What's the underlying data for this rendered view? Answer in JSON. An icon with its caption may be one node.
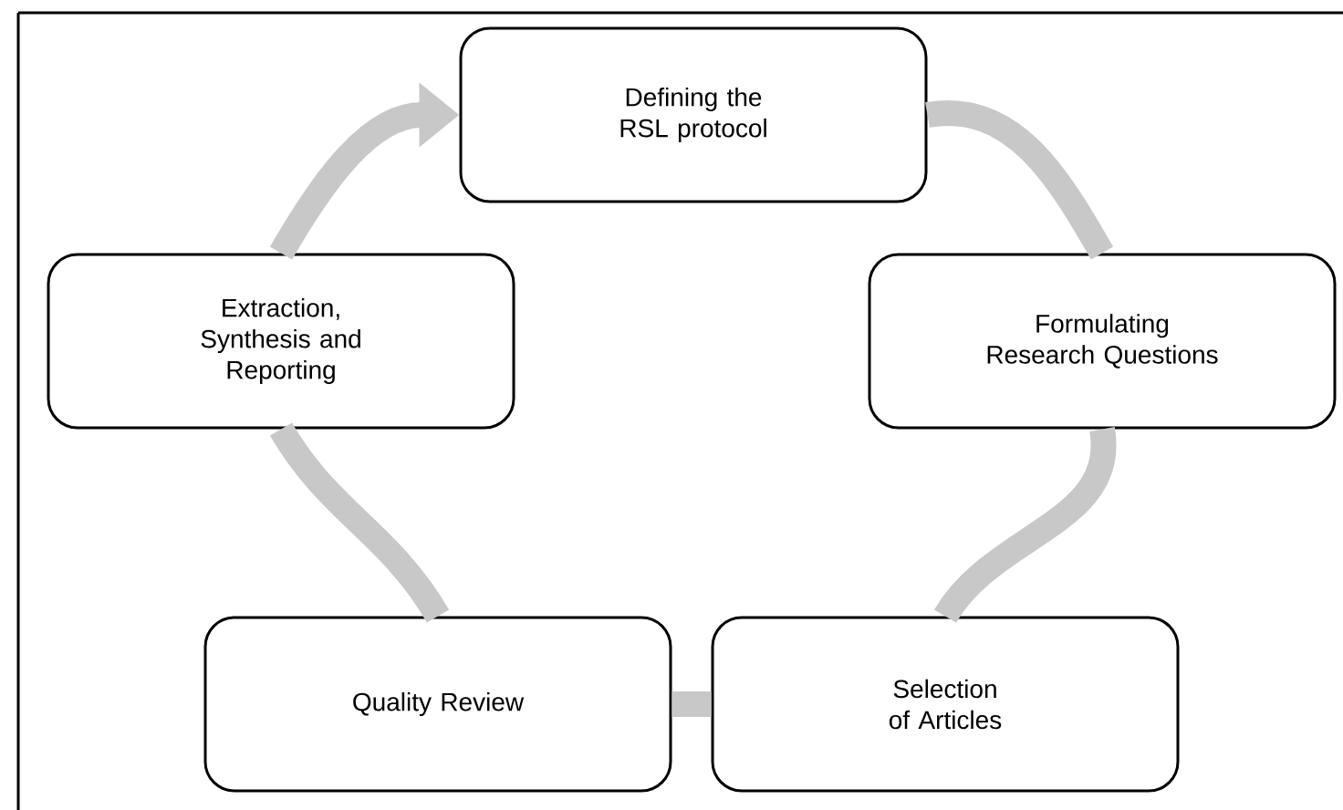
{
  "diagram": {
    "nodes": [
      {
        "text": [
          "Defining the RSL protocol"
        ]
      },
      {
        "text": [
          "Formulating Research Questions"
        ]
      },
      {
        "text": [
          "Selection of Articles"
        ]
      },
      {
        "text": [
          "Quality Review"
        ]
      },
      {
        "text": [
          "Extraction, Synthesis and Reporting"
        ]
      }
    ],
    "edges": [
      {
        "from": 0,
        "to": 1,
        "arrow": "none"
      },
      {
        "from": 1,
        "to": 2,
        "arrow": "none"
      },
      {
        "from": 2,
        "to": 3,
        "arrow": "none"
      },
      {
        "from": 3,
        "to": 4,
        "arrow": "none"
      },
      {
        "from": 4,
        "to": 0,
        "arrow": "to"
      }
    ]
  }
}
